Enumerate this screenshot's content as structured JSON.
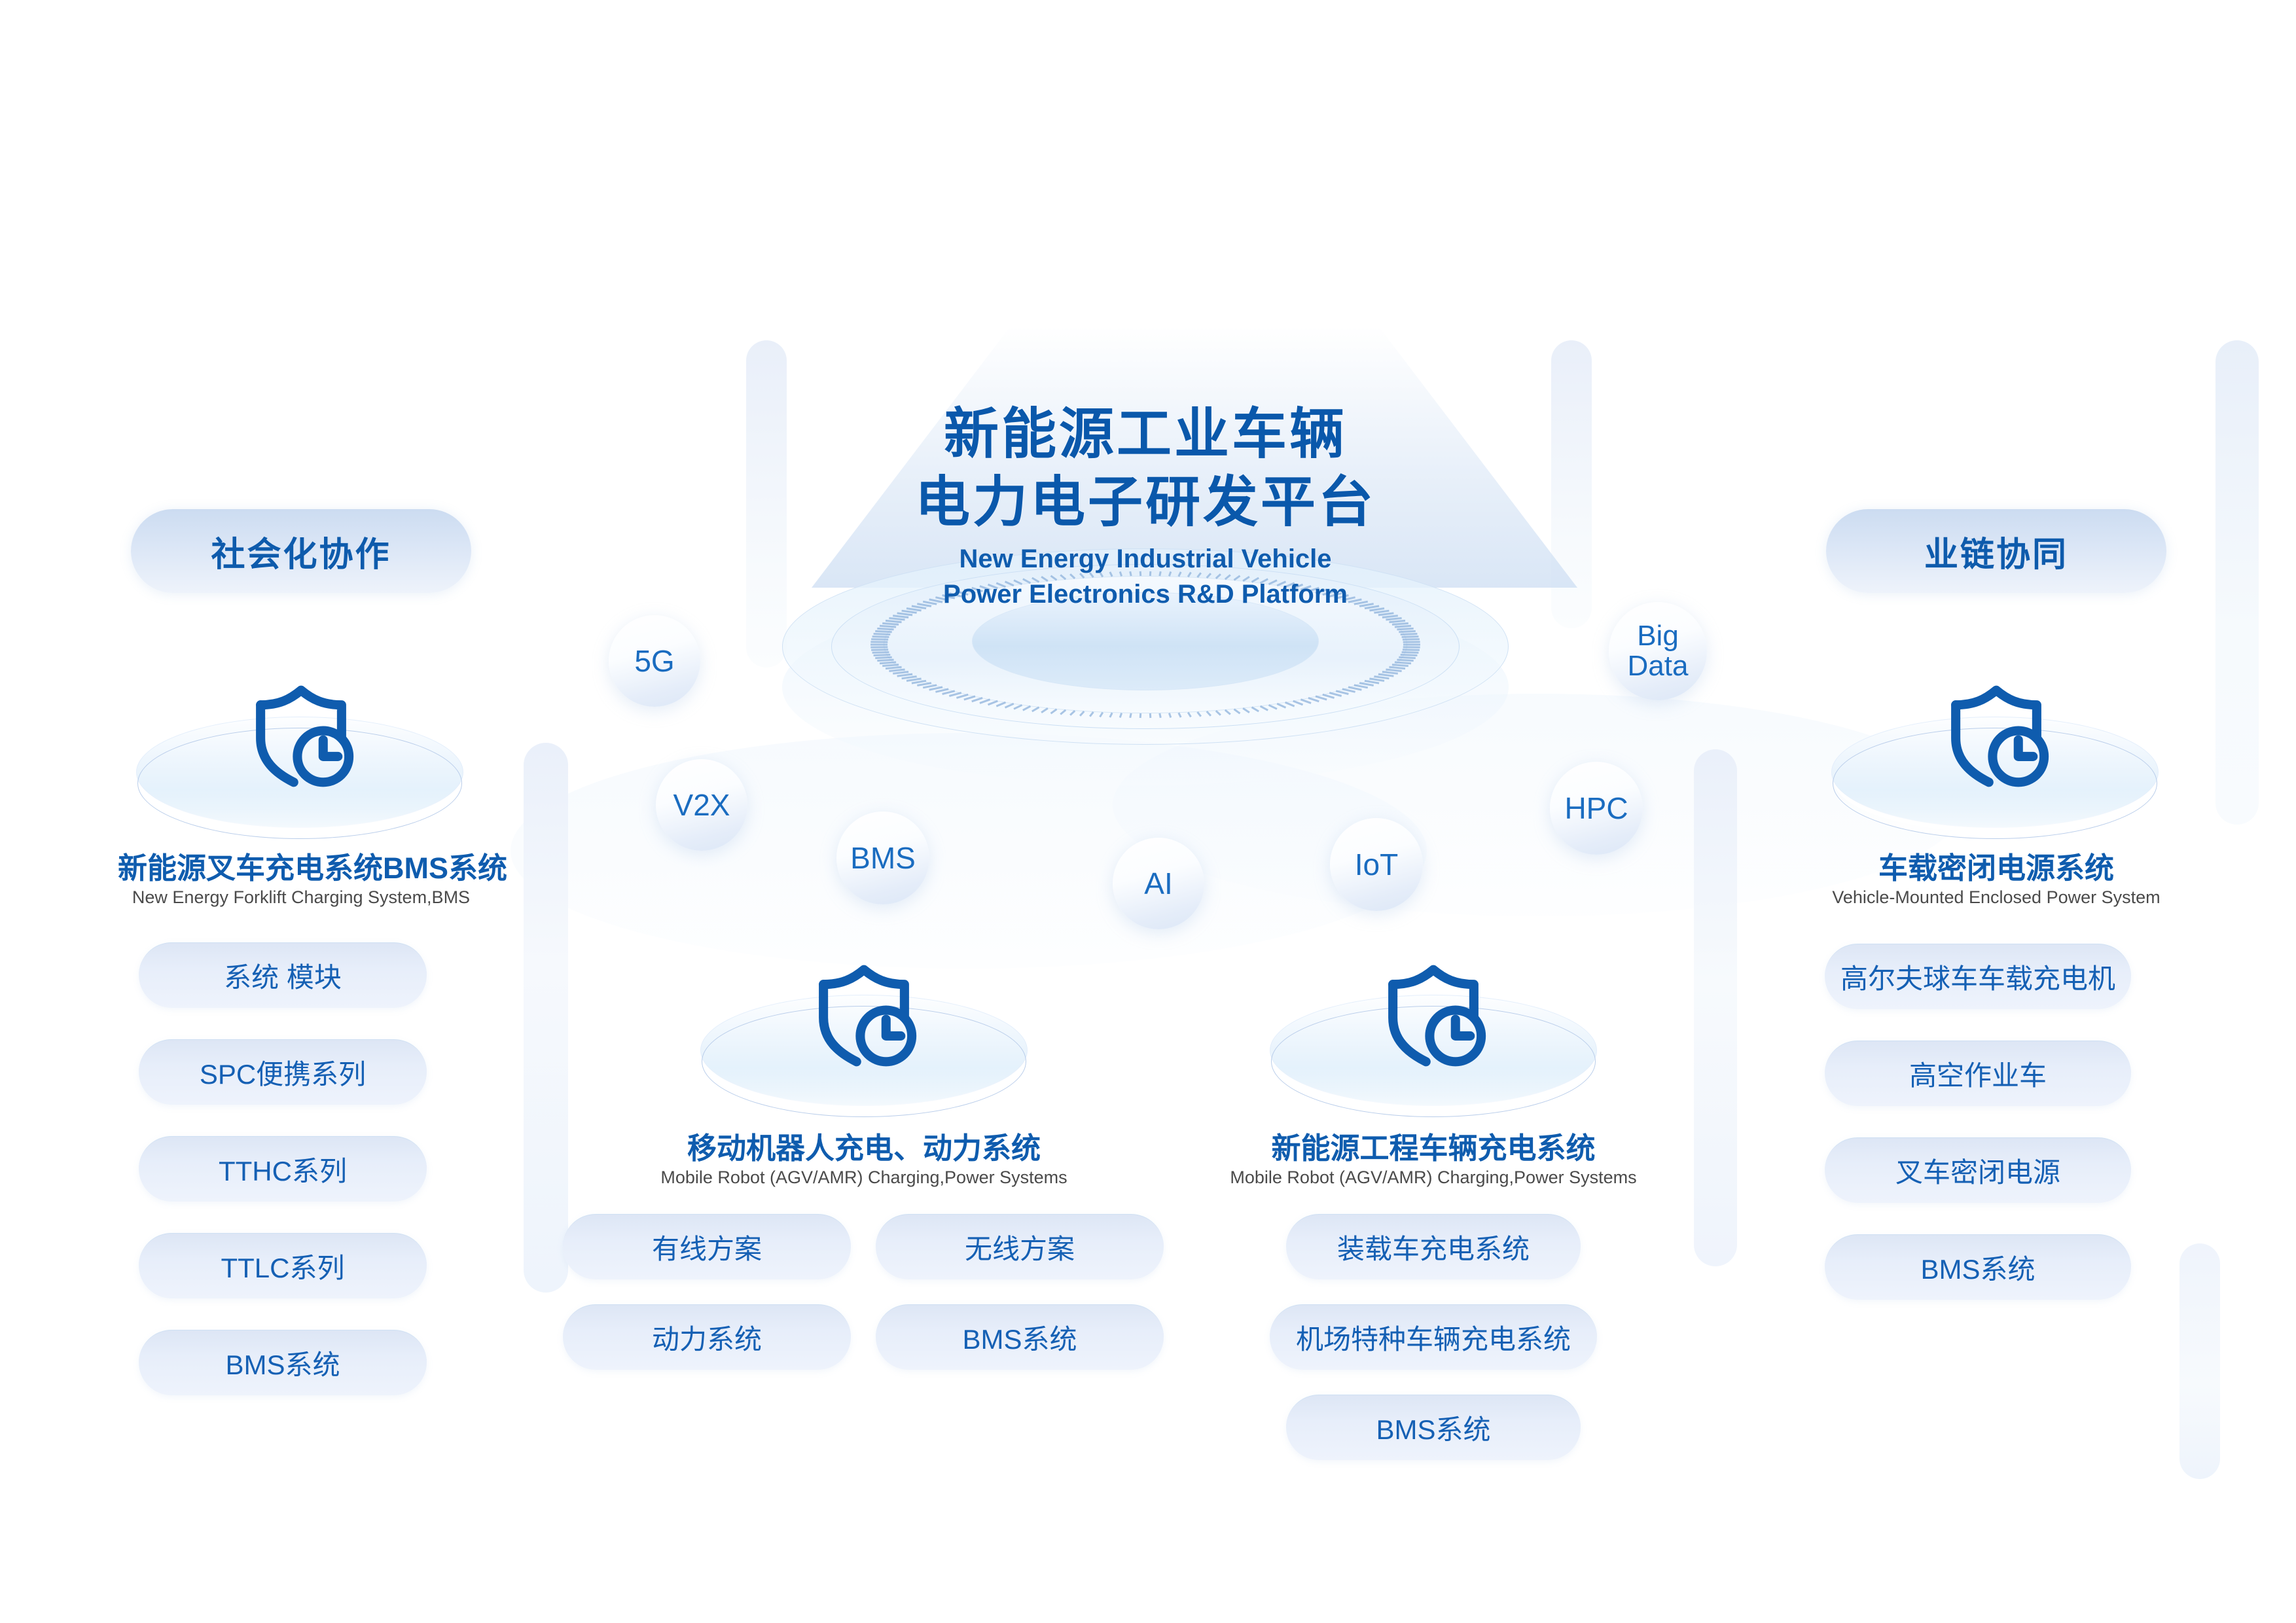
{
  "center": {
    "title_line1": "新能源工业车辆",
    "title_line2": "电力电子研发平台",
    "subtitle_line1": "New Energy Industrial Vehicle",
    "subtitle_line2": "Power Electronics R&D Platform"
  },
  "side_headers": {
    "left": "社会化协作",
    "right": "业链协同"
  },
  "bubbles": [
    {
      "label": "5G"
    },
    {
      "label": "V2X"
    },
    {
      "label": "BMS"
    },
    {
      "label": "AI"
    },
    {
      "label": "IoT"
    },
    {
      "label": "HPC"
    },
    {
      "label_line1": "Big",
      "label_line2": "Data"
    }
  ],
  "groups": {
    "left": {
      "title": "新能源叉车充电系统BMS系统",
      "subtitle": "New Energy Forklift Charging System,BMS",
      "icon": "shield-clock-icon",
      "tags": [
        "系统 模块",
        "SPC便携系列",
        "TTHC系列",
        "TTLC系列",
        "BMS系统"
      ]
    },
    "center_left": {
      "title": "移动机器人充电、动力系统",
      "subtitle": "Mobile Robot (AGV/AMR) Charging,Power Systems",
      "icon": "shield-clock-icon",
      "tags": [
        "有线方案",
        "无线方案",
        "动力系统",
        "BMS系统"
      ]
    },
    "center_right": {
      "title": "新能源工程车辆充电系统",
      "subtitle": "Mobile Robot (AGV/AMR) Charging,Power Systems",
      "icon": "shield-clock-icon",
      "tags": [
        "装载车充电系统",
        "机场特种车辆充电系统",
        "BMS系统"
      ]
    },
    "right": {
      "title": "车载密闭电源系统",
      "subtitle": "Vehicle-Mounted Enclosed Power System",
      "icon": "shield-clock-icon",
      "tags": [
        "高尔夫球车车载充电机",
        "高空作业车",
        "叉车密闭电源",
        "BMS系统"
      ]
    }
  },
  "colors": {
    "brand_blue": "#0f5cae",
    "deep_blue": "#0a58ab",
    "tag_text": "#1560b4",
    "bubble_text": "#1a6cc0",
    "subtitle_gray": "#4a4a4a",
    "background": "#ffffff"
  }
}
